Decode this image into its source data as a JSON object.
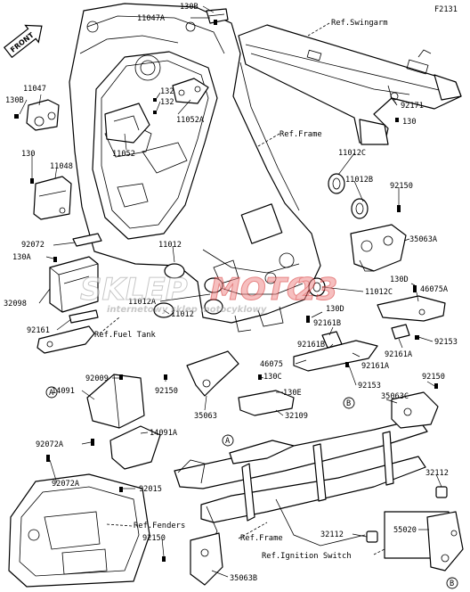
{
  "figure_code": "F2131",
  "front_marker": "FRONT",
  "watermark": {
    "line1": "SKLEP",
    "line2": "MOTO",
    "line3": "23",
    "subline": "internetowy sklep motocyklowy"
  },
  "references": {
    "swingarm": "Ref.Swingarm",
    "frame_upper": "Ref.Frame",
    "fuel_tank": "Ref.Fuel Tank",
    "fenders": "Ref.Fenders",
    "frame_lower": "Ref.Frame",
    "ignition_switch": "Ref.Ignition Switch"
  },
  "callouts": {
    "a1": "A",
    "a2": "A",
    "b1": "B",
    "b2": "B"
  },
  "parts": {
    "p130b_top": "130B",
    "p11047a": "11047A",
    "p11047": "11047",
    "p130b_left": "130B",
    "p132_a": "132",
    "p132_b": "132",
    "p11052a": "11052A",
    "p11052": "11052",
    "p130_left": "130",
    "p11048": "11048",
    "p92171": "92171",
    "p130_right": "130",
    "p11012c": "11012C",
    "p11012b": "11012B",
    "p92150_a": "92150",
    "p92072": "92072",
    "p11012_a": "11012",
    "p35063a": "35063A",
    "p130a": "130A",
    "p130d": "130D",
    "p46075a": "46075A",
    "p32098": "32098",
    "p11012c_b": "11012C",
    "p11012a": "11012A",
    "p130d_b": "130D",
    "p92161b_a": "92161B",
    "p92161": "92161",
    "p11012_b": "11012",
    "p92161b_b": "92161B",
    "p92153_a": "92153",
    "p92161a_a": "92161A",
    "p46075": "46075",
    "p92161a_b": "92161A",
    "p92009": "92009",
    "p130c": "130C",
    "p92150_b": "92150",
    "p130e": "130E",
    "p92153_b": "92153",
    "p92150_c": "92150",
    "p14091": "14091",
    "p35063": "35063",
    "p32109": "32109",
    "p35063c": "35063C",
    "p14091a": "14091A",
    "p92072a_a": "92072A",
    "p92072a_b": "92072A",
    "p92015": "92015",
    "p32112_a": "32112",
    "p92150_d": "92150",
    "p55020": "55020",
    "p32112_b": "32112",
    "p35063b": "35063B"
  }
}
